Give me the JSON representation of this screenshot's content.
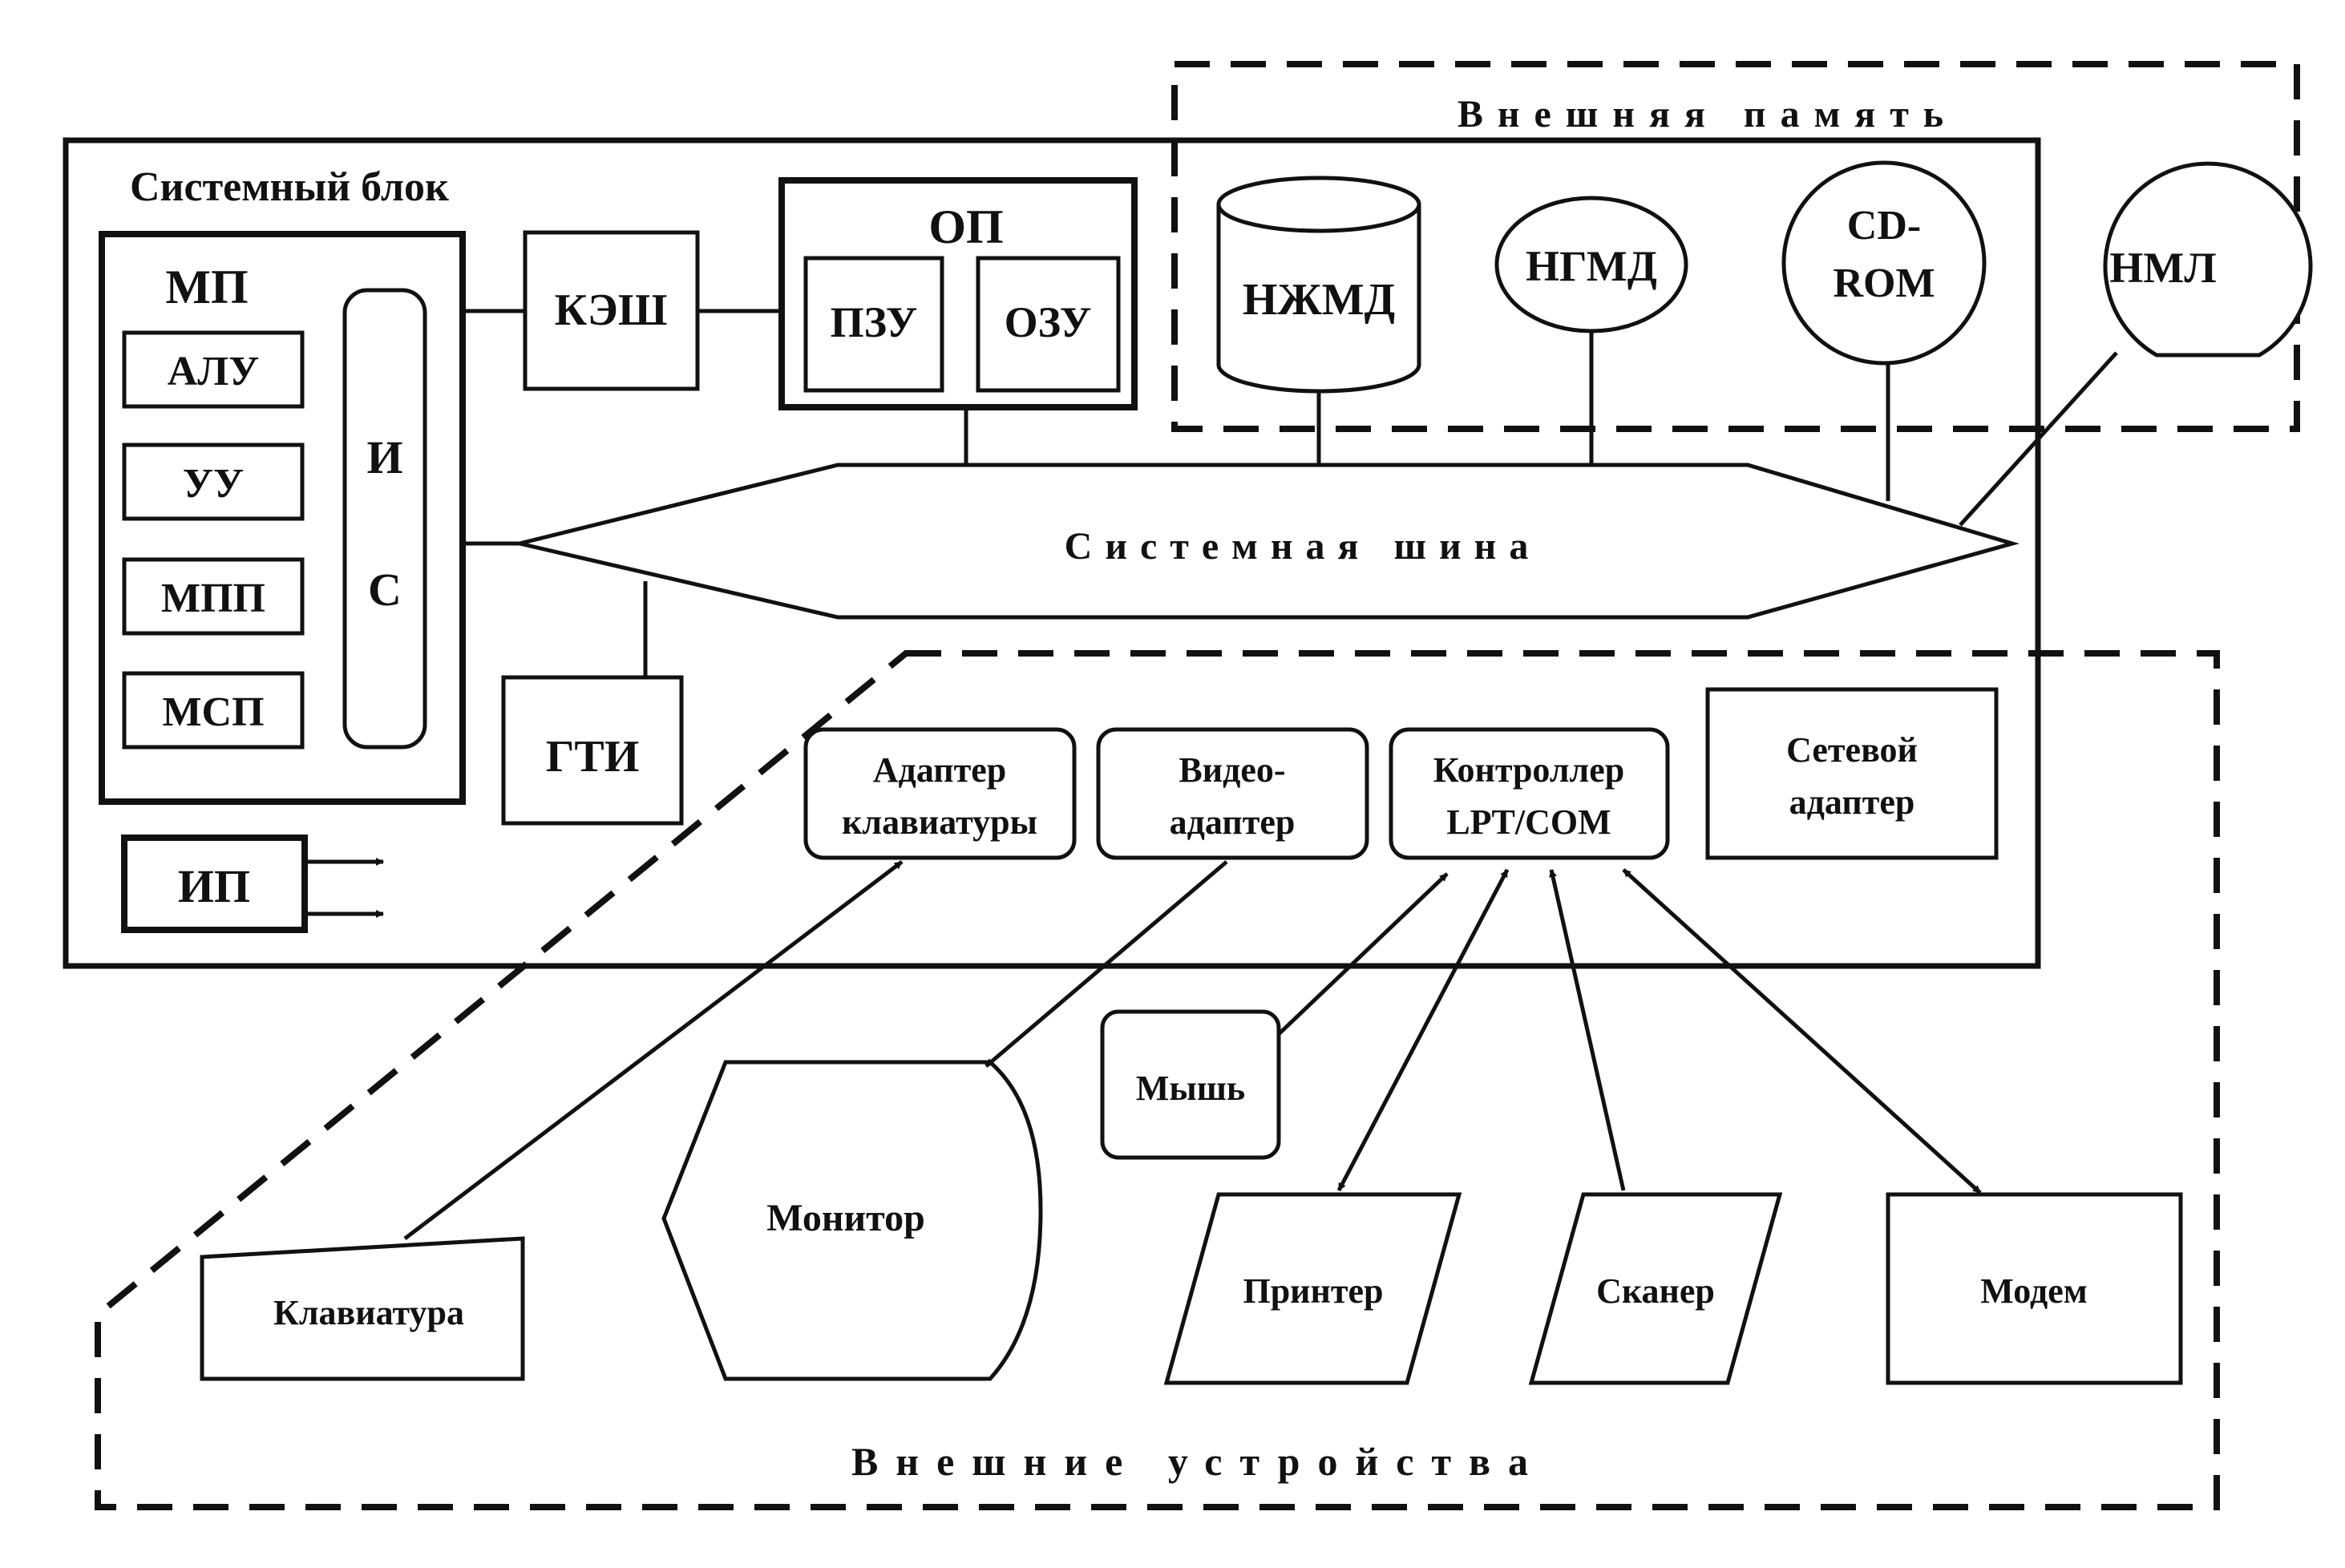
{
  "external_memory": {
    "label": "Внешняя память"
  },
  "system_unit": {
    "label": "Системный блок"
  },
  "mp": {
    "label": "МП",
    "units": [
      "АЛУ",
      "УУ",
      "МПП",
      "МСП"
    ],
    "is_label_top": "И",
    "is_label_bottom": "С"
  },
  "ip": {
    "label": "ИП"
  },
  "cache": {
    "label": "КЭШ"
  },
  "op": {
    "label": "ОП",
    "rom": "ПЗУ",
    "ram": "ОЗУ"
  },
  "gti": {
    "label": "ГТИ"
  },
  "bus": {
    "label": "Системная шина"
  },
  "storage": {
    "hdd": "НЖМД",
    "fdd": "НГМД",
    "cdrom_line1": "CD-",
    "cdrom_line2": "ROM",
    "tape": "НМЛ"
  },
  "adapters": {
    "keyboard_line1": "Адаптер",
    "keyboard_line2": "клавиатуры",
    "video_line1": "Видео-",
    "video_line2": "адаптер",
    "controller_line1": "Контроллер",
    "controller_line2": "LPT/COM",
    "network_line1": "Сетевой",
    "network_line2": "адаптер"
  },
  "external_devices": {
    "label": "Внешние устройства",
    "keyboard": "Клавиатура",
    "monitor": "Монитор",
    "mouse": "Мышь",
    "printer": "Принтер",
    "scanner": "Сканер",
    "modem": "Модем"
  }
}
